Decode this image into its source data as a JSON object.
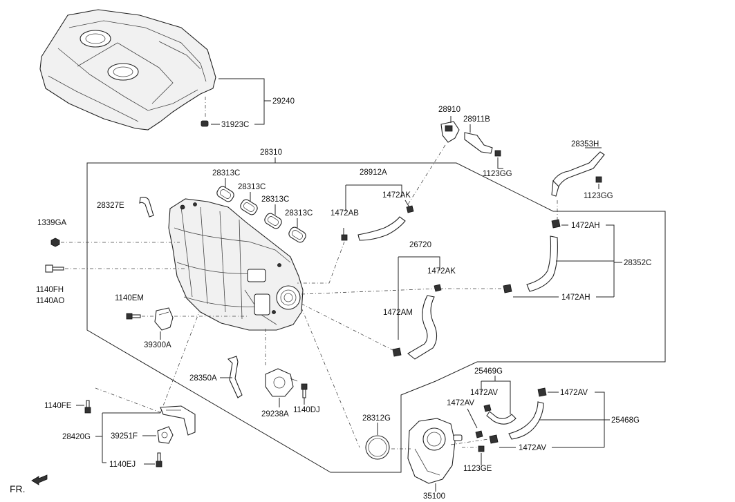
{
  "labels": {
    "l29240": "29240",
    "l31923C": "31923C",
    "l28310": "28310",
    "l28313C_a": "28313C",
    "l28313C_b": "28313C",
    "l28313C_c": "28313C",
    "l28313C_d": "28313C",
    "l28327E": "28327E",
    "l1339GA": "1339GA",
    "l1140FH": "1140FH",
    "l1140AO": "1140AO",
    "l1140EM": "1140EM",
    "l39300A": "39300A",
    "l28350A": "28350A",
    "l29238A": "29238A",
    "l1140DJ": "1140DJ",
    "l1140FE": "1140FE",
    "l28420G": "28420G",
    "l39251F": "39251F",
    "l1140EJ": "1140EJ",
    "l28910": "28910",
    "l28911B": "28911B",
    "l1123GG_a": "1123GG",
    "l28912A": "28912A",
    "l1472AK_a": "1472AK",
    "l1472AB": "1472AB",
    "l26720": "26720",
    "l1472AK_b": "1472AK",
    "l1472AM": "1472AM",
    "l28353H": "28353H",
    "l1123GG_b": "1123GG",
    "l1472AH_a": "1472AH",
    "l28352C": "28352C",
    "l1472AH_b": "1472AH",
    "l25469G": "25469G",
    "l1472AV_a": "1472AV",
    "l1472AV_b": "1472AV",
    "l1472AV_c": "1472AV",
    "l1472AV_d": "1472AV",
    "l25468G": "25468G",
    "l28312G": "28312G",
    "l1123GE": "1123GE",
    "l35100": "35100",
    "fr": "FR."
  }
}
